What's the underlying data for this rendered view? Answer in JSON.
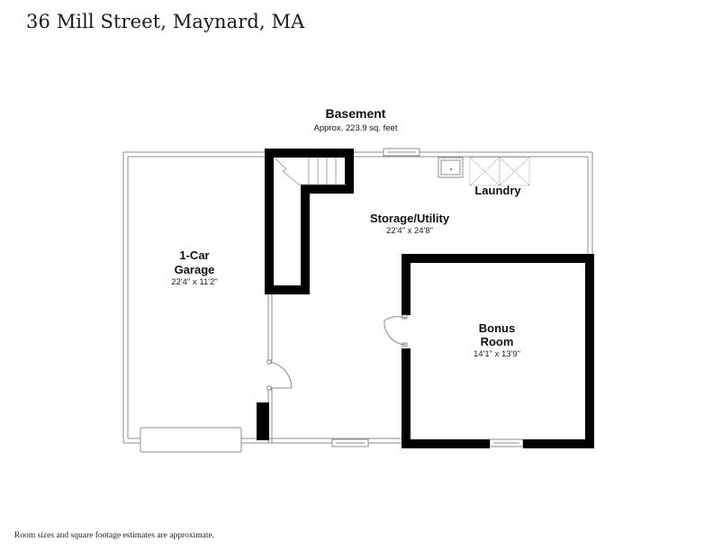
{
  "header": {
    "title": "36 Mill Street, Maynard, MA"
  },
  "floor": {
    "name": "Basement",
    "area": "Approx. 223.9 sq. feet"
  },
  "rooms": [
    {
      "name_line1": "1-Car",
      "name_line2": "Garage",
      "dimensions": "22'4\" x 11'2\""
    },
    {
      "name_line1": "Storage/Utility",
      "name_line2": "",
      "dimensions": "22'4\" x 24'8\""
    },
    {
      "name_line1": "Laundry",
      "name_line2": "",
      "dimensions": ""
    },
    {
      "name_line1": "Bonus",
      "name_line2": "Room",
      "dimensions": "14'1\" x 13'9\""
    }
  ],
  "footer": {
    "disclaimer": "Room sizes and square footage estimates are approximate."
  },
  "colors": {
    "wall": "#000000",
    "thin_wall": "#8c8c8c",
    "background": "#ffffff"
  }
}
